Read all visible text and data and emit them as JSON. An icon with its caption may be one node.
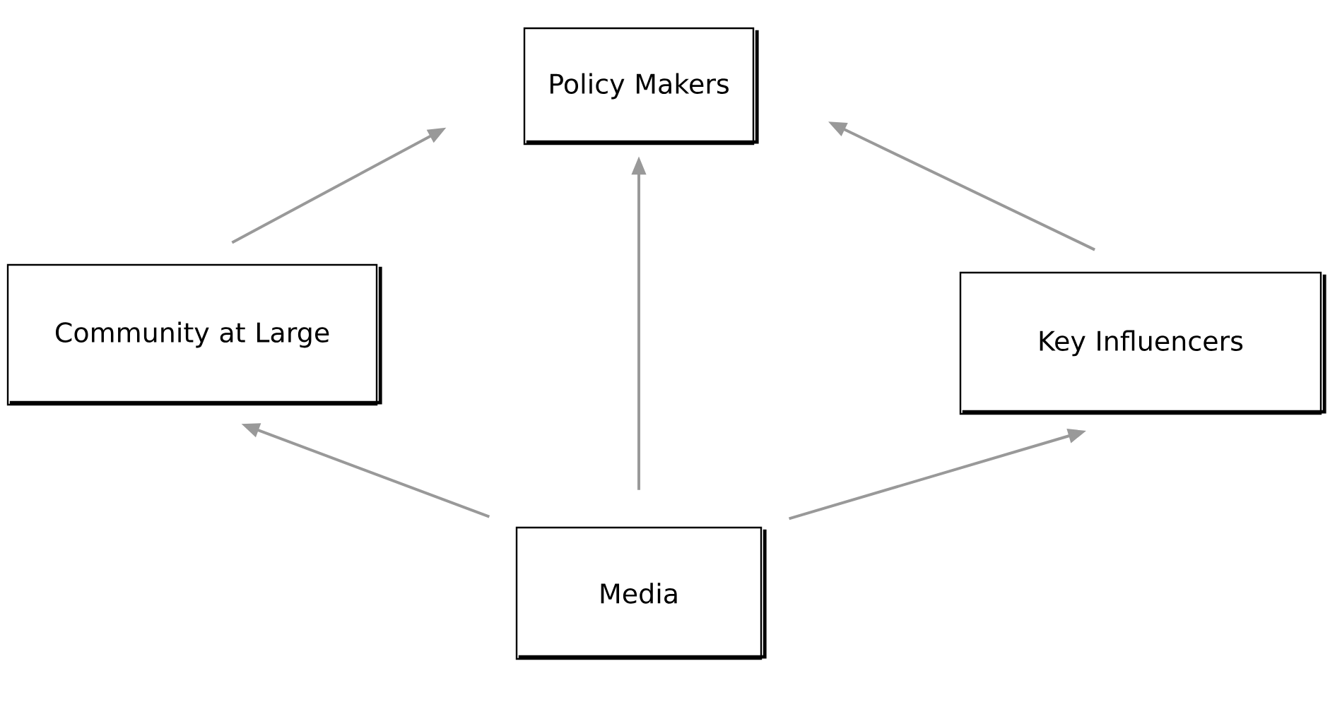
{
  "diagram": {
    "nodes": [
      {
        "text": [
          "Policy Makers"
        ]
      },
      {
        "text": [
          "Community at Large"
        ]
      },
      {
        "text": [
          "Key Influencers"
        ]
      },
      {
        "text": [
          "Media"
        ]
      }
    ],
    "edges": [
      {
        "from": 1,
        "to": 0,
        "arrow": "to"
      },
      {
        "from": 3,
        "to": 0,
        "arrow": "to"
      },
      {
        "from": 2,
        "to": 0,
        "arrow": "to"
      },
      {
        "from": 3,
        "to": 1,
        "arrow": "to"
      },
      {
        "from": 3,
        "to": 2,
        "arrow": "to"
      }
    ]
  }
}
